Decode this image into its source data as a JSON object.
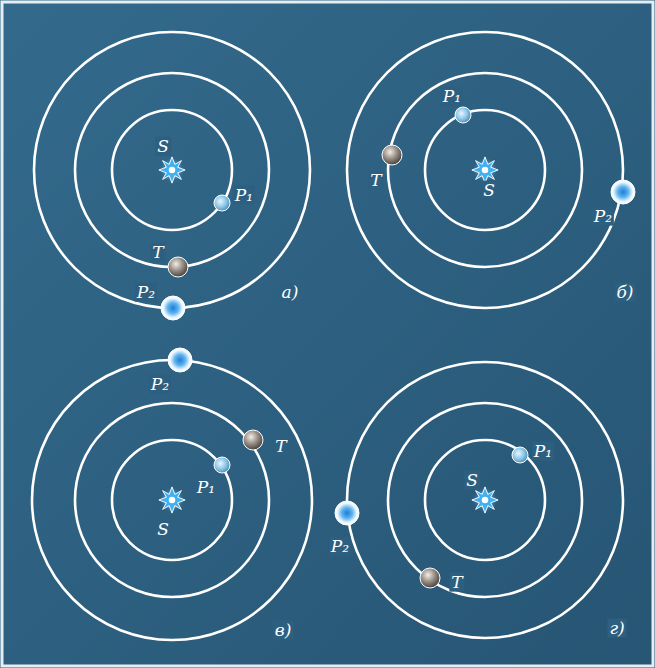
{
  "diagram": {
    "labels": [
      "S",
      "P₁",
      "T",
      "P₂",
      "а)",
      "P₁",
      "T",
      "S",
      "P₂",
      "б)",
      "P₂",
      "T",
      "P₁",
      "S",
      "в)",
      "P₁",
      "S",
      "P₂",
      "T",
      "г)"
    ]
  }
}
